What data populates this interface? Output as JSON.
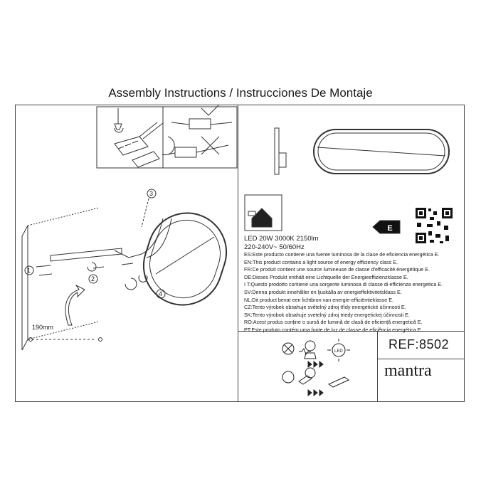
{
  "header": {
    "title": "Assembly Instructions / Instrucciones De Montaje"
  },
  "diagram": {
    "dimension_label": "190mm",
    "step_numbers": [
      "1",
      "2",
      "3",
      "4"
    ]
  },
  "specs": {
    "led_line": "LED 20W 3000K 2150lm",
    "voltage_line": "220-240V~ 50/60Hz",
    "energy_class_badge": "E",
    "energy_notes": [
      "ES:Este producto contiene una fuente luminosa de la clase de eficiencia energética E.",
      "EN:This product contains a light source of energy efficiency class E.",
      "FR:Ce produit contient une source lumineuse de classe d'efficacité énergétique E.",
      "DE:Dieses Produkt enthält eine Lichtquelle der Energieeffizienzklasse E.",
      "I T:Questo prodotto contiene una sorgente luminosa di classe di efficienza energetica E.",
      "SV:Denna produkt innehåller en ljuskälla av energieffektivitetsklass E.",
      "NL:Dit product bevat een lichtbron van energie-efficiëntieklasse E.",
      "CZ:Tento výrobek obsahuje světelný zdroj třídy energetické účinnosti E.",
      "SK:Tento výrobok obsahuje svetelný zdroj triedy energetickej účinnosti E.",
      "RO:Acest produs conține o sursă de lumină de clasă de eficiență energetică E.",
      "PT:Este produto contém uma fonte de luz de classe de eficiência energética E."
    ]
  },
  "footer": {
    "led_icon_label": "LED",
    "ref": "REF:8502",
    "brand": "mantra"
  },
  "colors": {
    "line": "#333333",
    "text": "#1a1a1a"
  }
}
